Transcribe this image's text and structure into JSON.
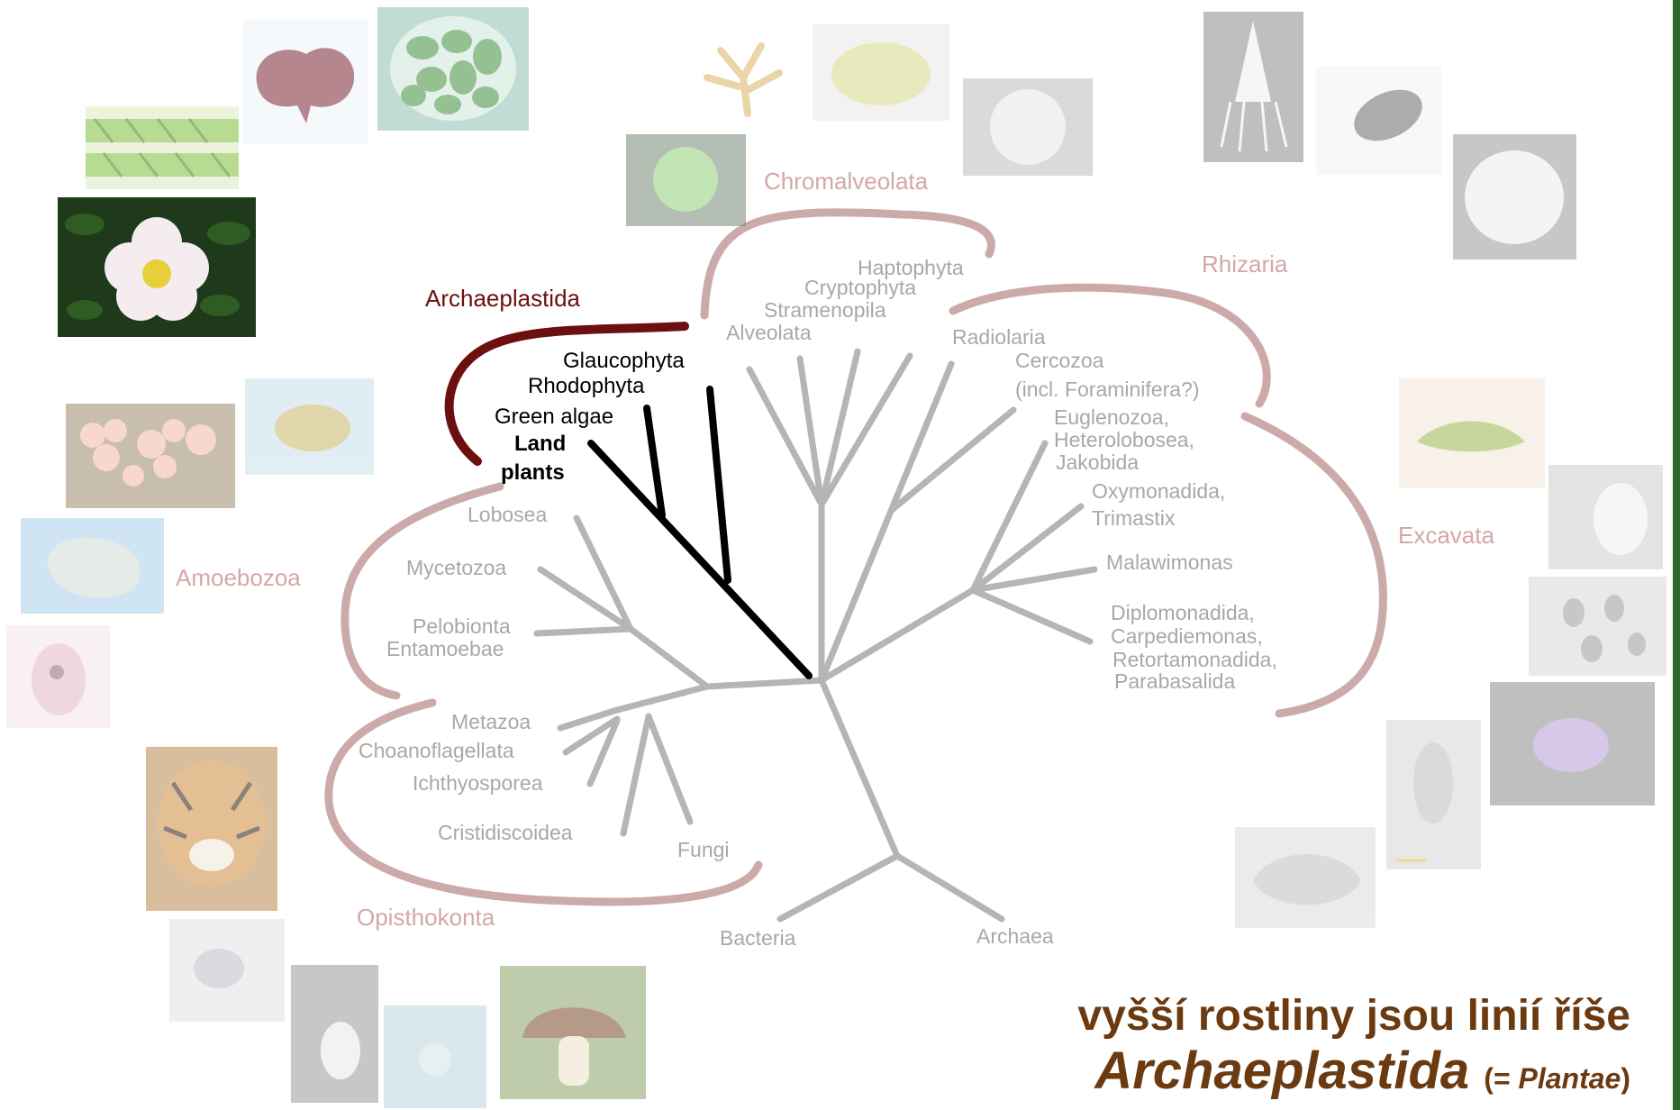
{
  "supergroups": {
    "archaeplastida": "Archaeplastida",
    "chromalveolata": "Chromalveolata",
    "rhizaria": "Rhizaria",
    "excavata": "Excavata",
    "amoebozoa": "Amoebozoa",
    "opisthokonta": "Opisthokonta"
  },
  "taxa": {
    "glaucophyta": "Glaucophyta",
    "rhodophyta": "Rhodophyta",
    "green_algae": "Green algae",
    "land": "Land",
    "plants": "plants",
    "haptophyta": "Haptophyta",
    "cryptophyta": "Cryptophyta",
    "stramenopila": "Stramenopila",
    "alveolata": "Alveolata",
    "radiolaria": "Radiolaria",
    "cercozoa": "Cercozoa",
    "foraminifera": "(incl. Foraminifera?)",
    "euglenozoa": "Euglenozoa,",
    "heterolobosea": "Heterolobosea,",
    "jakobida": "Jakobida",
    "oxymonadida": "Oxymonadida,",
    "trimastix": "Trimastix",
    "malawimonas": "Malawimonas",
    "diplomonadida": "Diplomonadida,",
    "carpediemonas": "Carpediemonas,",
    "retortamonadida": "Retortamonadida,",
    "parabasalida": "Parabasalida",
    "lobosea": "Lobosea",
    "mycetozoa": "Mycetozoa",
    "pelobionta": "Pelobionta",
    "entamoebae": "Entamoebae",
    "metazoa": "Metazoa",
    "choanoflagellata": "Choanoflagellata",
    "ichthyosporea": "Ichthyosporea",
    "cristidiscoidea": "Cristidiscoidea",
    "fungi": "Fungi",
    "bacteria": "Bacteria",
    "archaea": "Archaea"
  },
  "caption": {
    "line1": "vyšší rostliny jsou linií říše",
    "line2_main": "Archaeplastida",
    "line2_open": "(= ",
    "line2_italic": "Plantae",
    "line2_close": ")"
  },
  "colors": {
    "archaeplastida": "#6b0f0f",
    "highlight_branch": "#000000",
    "faded_label": "#a8a8a8",
    "faded_group": "#d4a7a7",
    "bracket": "#ccaaaa",
    "tree": "#b5b5b5",
    "caption": "#6b3a10",
    "side_bar": "#2e6b2b"
  }
}
